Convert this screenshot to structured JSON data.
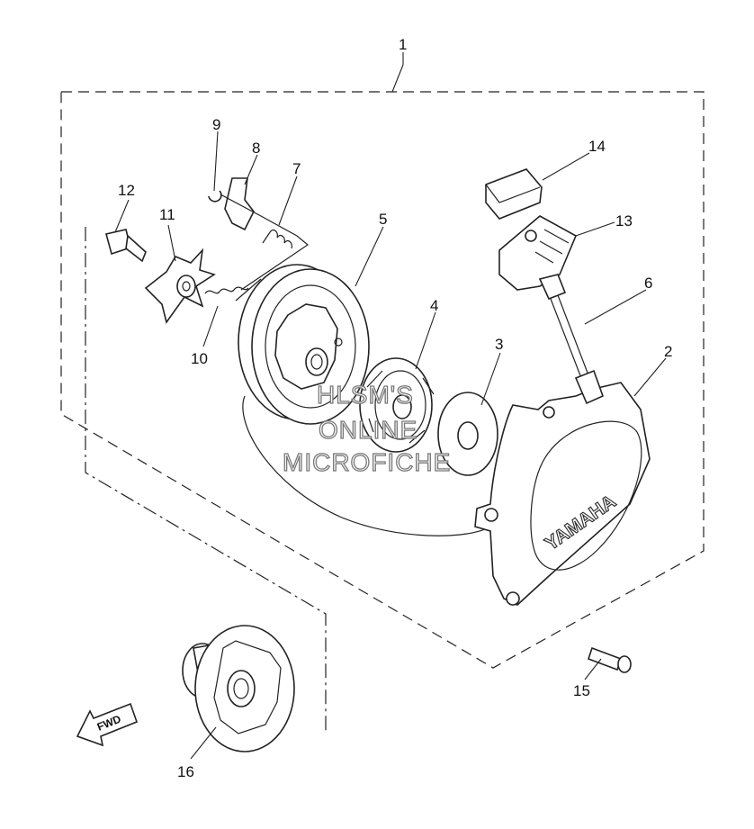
{
  "callouts": [
    {
      "id": "1",
      "label": "1"
    },
    {
      "id": "2",
      "label": "2"
    },
    {
      "id": "3",
      "label": "3"
    },
    {
      "id": "4",
      "label": "4"
    },
    {
      "id": "5",
      "label": "5"
    },
    {
      "id": "6",
      "label": "6"
    },
    {
      "id": "7",
      "label": "7"
    },
    {
      "id": "8",
      "label": "8"
    },
    {
      "id": "9",
      "label": "9"
    },
    {
      "id": "10",
      "label": "10"
    },
    {
      "id": "11",
      "label": "11"
    },
    {
      "id": "12",
      "label": "12"
    },
    {
      "id": "13",
      "label": "13"
    },
    {
      "id": "14",
      "label": "14"
    },
    {
      "id": "15",
      "label": "15"
    },
    {
      "id": "16",
      "label": "16"
    }
  ],
  "cover_brand": "YAMAHA",
  "direction_arrow": "FWD",
  "watermark": [
    "HLSM'S",
    "ONLINE",
    "MICROFICHE"
  ]
}
